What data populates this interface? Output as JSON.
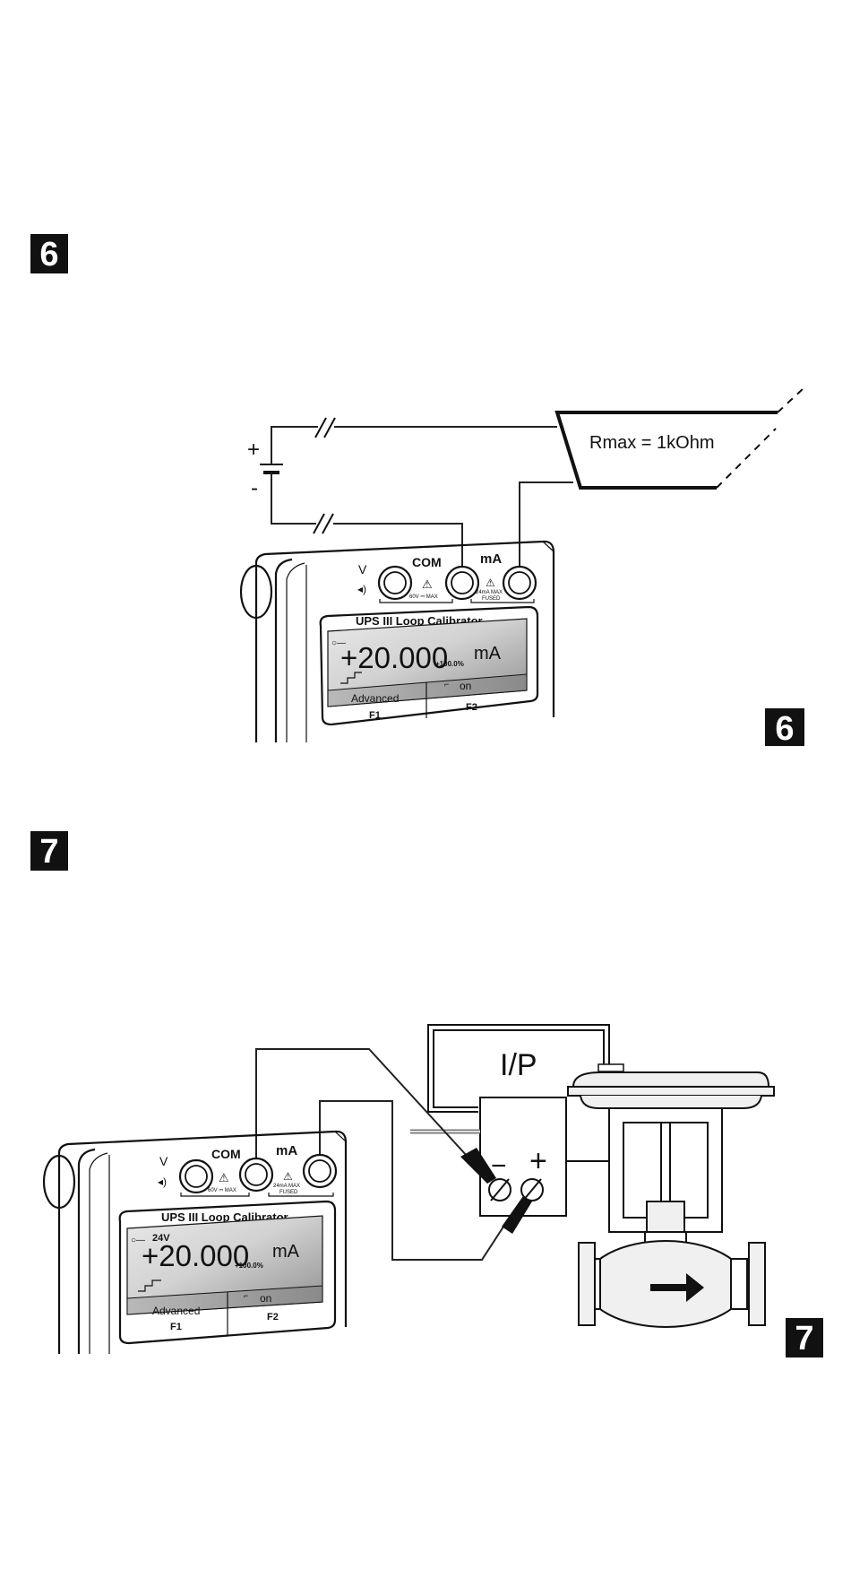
{
  "figures": [
    {
      "step_number": "6",
      "load_label": "Rmax = 1kOhm",
      "battery": {
        "plus": "+",
        "minus": "-"
      },
      "device": {
        "jack_labels": {
          "v": "V",
          "com": "COM",
          "ma": "mA"
        },
        "warning_left": "60V ⎓ MAX",
        "warning_right_1": "24mA MAX",
        "warning_right_2": "FUSED",
        "title": "UPS III  Loop Calibrator",
        "screen": {
          "sub_label": "",
          "value": "+20.000",
          "unit": "mA",
          "percent": "+100.0%",
          "f1_label": "Advanced",
          "f2_label": "on",
          "f1_key": "F1",
          "f2_key": "F2"
        }
      }
    },
    {
      "step_number": "7",
      "converter_label": "I/P",
      "terminal_minus": "−",
      "terminal_plus": "+",
      "device": {
        "jack_labels": {
          "v": "V",
          "com": "COM",
          "ma": "mA"
        },
        "warning_left": "60V ⎓ MAX",
        "warning_right_1": "24mA MAX",
        "warning_right_2": "FUSED",
        "title": "UPS III  Loop Calibrator",
        "screen": {
          "sub_label": "24V",
          "value": "+20.000",
          "unit": "mA",
          "percent": "+100.0%",
          "f1_label": "Advanced",
          "f2_label": "on",
          "f1_key": "F1",
          "f2_key": "F2"
        }
      }
    }
  ],
  "colors": {
    "ink": "#111111",
    "badge": "#111111",
    "screen_light": "#e6e6e6",
    "screen_dark": "#8c8c8c"
  }
}
